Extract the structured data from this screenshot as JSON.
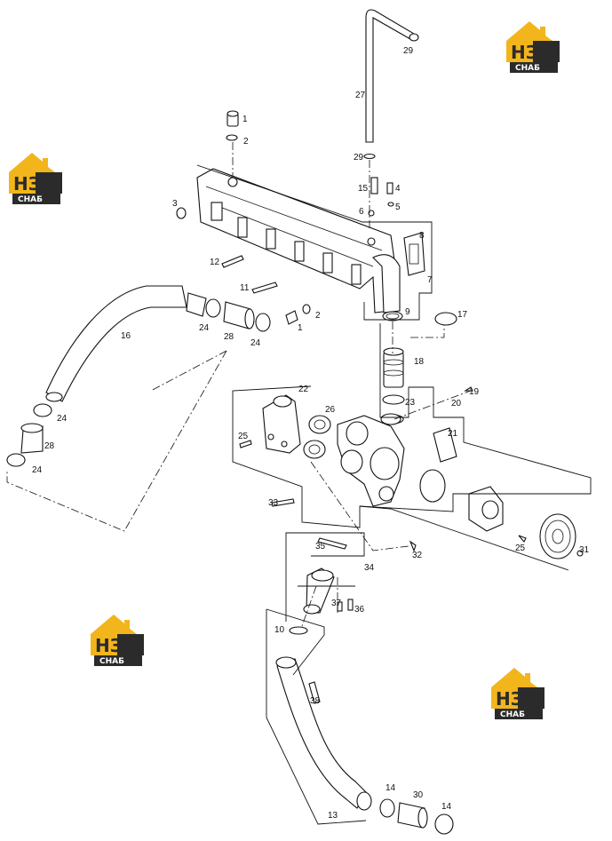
{
  "brand": {
    "logo_mark": "НЗ",
    "logo_word": "СНАБ",
    "colors": {
      "accent": "#f2b51c",
      "dark": "#2b2b2b",
      "light": "#ffffff"
    }
  },
  "callouts": [
    {
      "id": "c1a",
      "label": "1"
    },
    {
      "id": "c2a",
      "label": "2"
    },
    {
      "id": "c3",
      "label": "3"
    },
    {
      "id": "c29a",
      "label": "29"
    },
    {
      "id": "c27",
      "label": "27"
    },
    {
      "id": "c29b",
      "label": "29"
    },
    {
      "id": "c15",
      "label": "15"
    },
    {
      "id": "c4",
      "label": "4"
    },
    {
      "id": "c5",
      "label": "5"
    },
    {
      "id": "c6",
      "label": "6"
    },
    {
      "id": "c8",
      "label": "8"
    },
    {
      "id": "c7",
      "label": "7"
    },
    {
      "id": "c12",
      "label": "12"
    },
    {
      "id": "c11",
      "label": "11"
    },
    {
      "id": "c9",
      "label": "9"
    },
    {
      "id": "c17",
      "label": "17"
    },
    {
      "id": "c2b",
      "label": "2"
    },
    {
      "id": "c1b",
      "label": "1"
    },
    {
      "id": "c16",
      "label": "16"
    },
    {
      "id": "c24a",
      "label": "24"
    },
    {
      "id": "c28a",
      "label": "28"
    },
    {
      "id": "c24b",
      "label": "24"
    },
    {
      "id": "c18",
      "label": "18"
    },
    {
      "id": "c22",
      "label": "22"
    },
    {
      "id": "c19",
      "label": "19"
    },
    {
      "id": "c20",
      "label": "20"
    },
    {
      "id": "c23",
      "label": "23"
    },
    {
      "id": "c24c",
      "label": "24"
    },
    {
      "id": "c28b",
      "label": "28"
    },
    {
      "id": "c24d",
      "label": "24"
    },
    {
      "id": "c26",
      "label": "26"
    },
    {
      "id": "c25a",
      "label": "25"
    },
    {
      "id": "c21",
      "label": "21"
    },
    {
      "id": "c33",
      "label": "33"
    },
    {
      "id": "c35",
      "label": "35"
    },
    {
      "id": "c32",
      "label": "32"
    },
    {
      "id": "c25b",
      "label": "25"
    },
    {
      "id": "c31",
      "label": "31"
    },
    {
      "id": "c34",
      "label": "34"
    },
    {
      "id": "c37",
      "label": "37"
    },
    {
      "id": "c36",
      "label": "36"
    },
    {
      "id": "c10",
      "label": "10"
    },
    {
      "id": "c38",
      "label": "38"
    },
    {
      "id": "c14a",
      "label": "14"
    },
    {
      "id": "c30",
      "label": "30"
    },
    {
      "id": "c14b",
      "label": "14"
    },
    {
      "id": "c13",
      "label": "13"
    }
  ]
}
